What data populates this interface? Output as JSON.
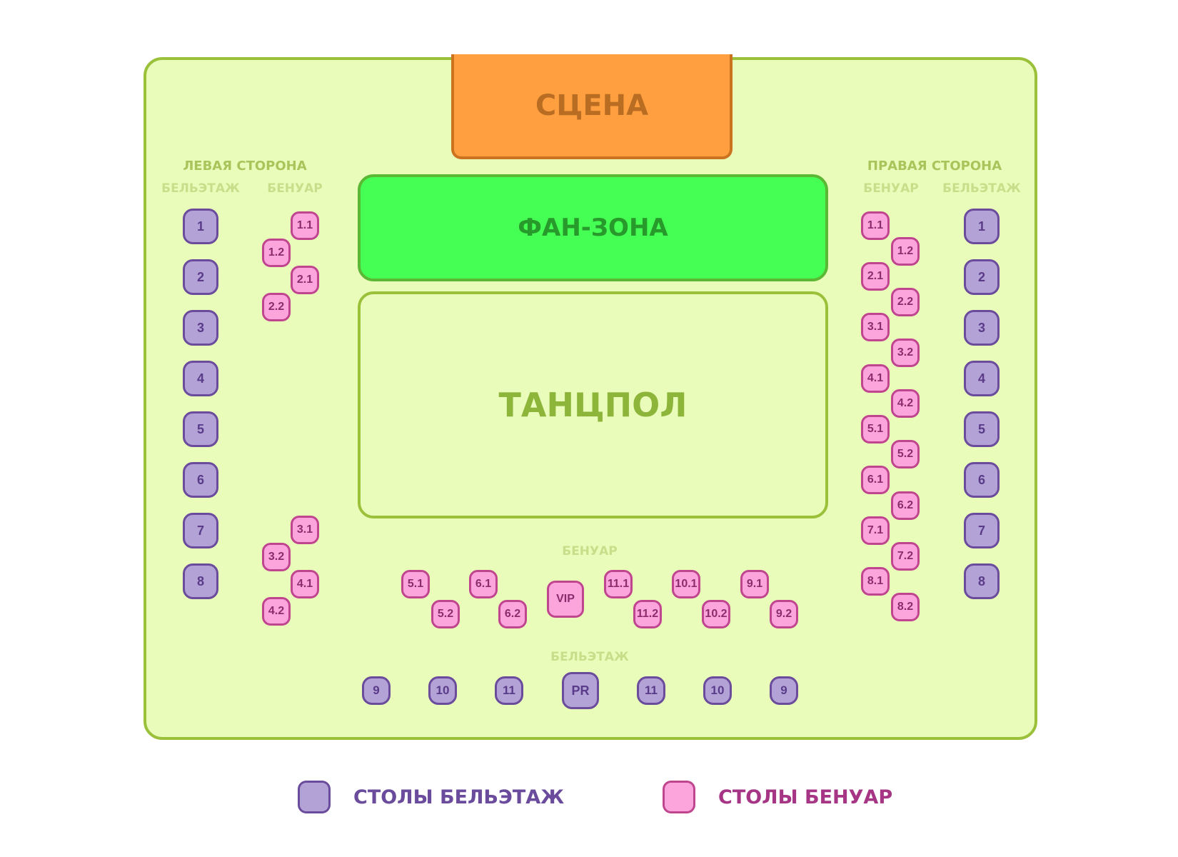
{
  "zones": {
    "stage": "СЦЕНА",
    "fan_zone": "ФАН-ЗОНА",
    "dance_floor": "ТАНЦПОЛ"
  },
  "labels": {
    "left_side": "ЛЕВАЯ СТОРОНА",
    "right_side": "ПРАВАЯ СТОРОНА",
    "left_beletage": "БЕЛЬЭТАЖ",
    "left_benoir": "БЕНУАР",
    "right_benoir": "БЕНУАР",
    "right_beletage": "БЕЛЬЭТАЖ",
    "bottom_benoir": "БЕНУАР",
    "bottom_beletage": "БЕЛЬЭТАЖ"
  },
  "tables": {
    "left_beletage": [
      "1",
      "2",
      "3",
      "4",
      "5",
      "6",
      "7",
      "8"
    ],
    "left_benoir_top": [
      "1.1",
      "1.2",
      "2.1",
      "2.2"
    ],
    "left_benoir_bottom": [
      "3.1",
      "3.2",
      "4.1",
      "4.2"
    ],
    "right_benoir": [
      "1.1",
      "1.2",
      "2.1",
      "2.2",
      "3.1",
      "3.2",
      "4.1",
      "4.2",
      "5.1",
      "5.2",
      "6.1",
      "6.2",
      "7.1",
      "7.2",
      "8.1",
      "8.2"
    ],
    "right_beletage": [
      "1",
      "2",
      "3",
      "4",
      "5",
      "6",
      "7",
      "8"
    ],
    "bottom_benoir": [
      "5.1",
      "5.2",
      "6.1",
      "6.2",
      "VIP",
      "11.1",
      "11.2",
      "10.1",
      "10.2",
      "9.1",
      "9.2"
    ],
    "bottom_beletage": [
      "9",
      "10",
      "11",
      "PR",
      "11",
      "10",
      "9"
    ]
  },
  "legend": {
    "beletage": "СТОЛЫ БЕЛЬЭТАЖ",
    "benoir": "СТОЛЫ БЕНУАР"
  },
  "colors": {
    "hall_bg": "#eafcba",
    "stage": "#ff9f40",
    "fan_zone": "#45ff55",
    "beletage_table": "#b3a2d6",
    "benoir_table": "#fca4dc",
    "beletage_text": "#6a4b9c",
    "benoir_text": "#a63585"
  }
}
